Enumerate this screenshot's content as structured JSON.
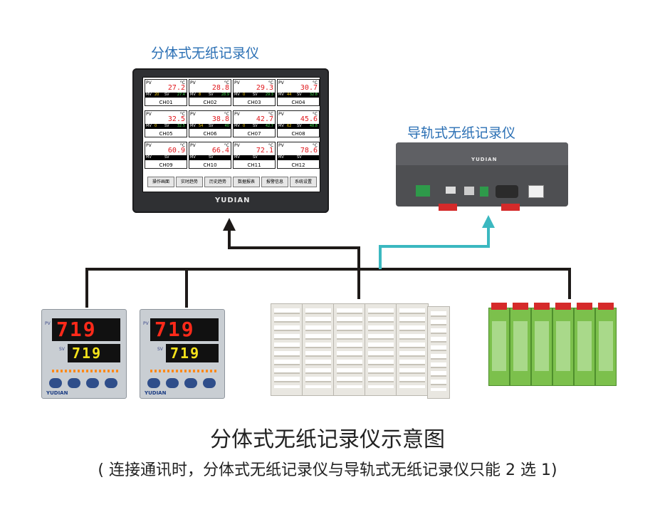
{
  "labels": {
    "split_recorder": "分体式无纸记录仪",
    "rail_recorder": "导轨式无纸记录仪"
  },
  "caption": {
    "title": "分体式无纸记录仪示意图",
    "note": "( 连接通讯时，分体式无纸记录仪与导轨式无纸记录仪只能 2 选 1)"
  },
  "recorder_screen": {
    "channels": [
      {
        "name": "CH01",
        "pv": "27.2",
        "mv": "20",
        "sv": "27.4",
        "unit": "°C"
      },
      {
        "name": "CH02",
        "pv": "28.8",
        "mv": "8",
        "sv": "28.9",
        "unit": "°C"
      },
      {
        "name": "CH03",
        "pv": "29.3",
        "mv": "0",
        "sv": "29.3",
        "unit": "°C"
      },
      {
        "name": "CH04",
        "pv": "30.7",
        "mv": "44",
        "sv": "32.8",
        "unit": "°C"
      },
      {
        "name": "CH05",
        "pv": "32.5",
        "mv": "0",
        "sv": "32.5",
        "unit": "°C"
      },
      {
        "name": "CH06",
        "pv": "38.8",
        "mv": "54",
        "sv": "40",
        "unit": "°C"
      },
      {
        "name": "CH07",
        "pv": "42.7",
        "mv": "0",
        "sv": "42.7",
        "unit": "°C"
      },
      {
        "name": "CH08",
        "pv": "45.6",
        "mv": "62",
        "sv": "48.8",
        "unit": "°C"
      },
      {
        "name": "CH09",
        "pv": "60.9",
        "mv": "",
        "sv": "",
        "unit": "°C"
      },
      {
        "name": "CH10",
        "pv": "66.4",
        "mv": "",
        "sv": "",
        "unit": "°C"
      },
      {
        "name": "CH11",
        "pv": "72.1",
        "mv": "",
        "sv": "",
        "unit": "°C"
      },
      {
        "name": "CH12",
        "pv": "78.6",
        "mv": "",
        "sv": "",
        "unit": "°C"
      }
    ],
    "pv_label": "PV",
    "mv_label": "MV",
    "sv_label": "SV",
    "buttons": [
      "操作画面",
      "实时趋势",
      "历史趋势",
      "数据报表",
      "报警信息",
      "系统设置"
    ],
    "brand": "YUDIAN"
  },
  "rail_device": {
    "brand": "YUDIAN"
  },
  "controllers": [
    {
      "pv": "719",
      "sv": "719",
      "pv_tag": "PV",
      "sv_tag": "SV",
      "brand": "YUDIAN"
    },
    {
      "pv": "719",
      "sv": "719",
      "pv_tag": "PV",
      "sv_tag": "SV",
      "brand": "YUDIAN"
    }
  ],
  "colors": {
    "line_black": "#1e1a18",
    "line_cyan": "#3bb8c0",
    "label_blue": "#2a6fb4"
  }
}
